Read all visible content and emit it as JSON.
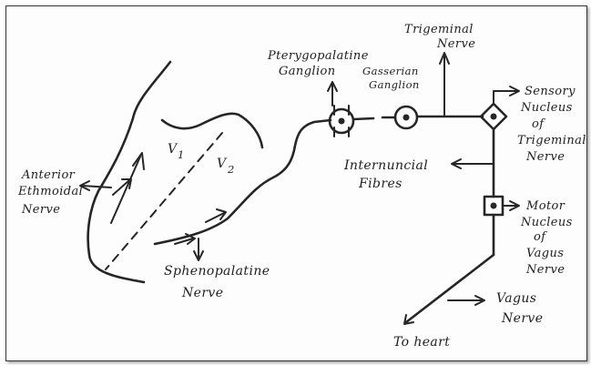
{
  "labels": {
    "trigeminal_nerve": [
      "Trigeminal",
      "Nerve"
    ],
    "pterygopalatine_ganglion": [
      "Pterygopalatine",
      "Ganglion"
    ],
    "gasserian_ganglion": [
      "Gasserian",
      "Ganglion"
    ],
    "sensory_nucleus": [
      "Sensory",
      "Nucleus",
      "of",
      "Trigeminal",
      "Nerve"
    ],
    "internuncial_fibres": [
      "Internuncial",
      "Fibres"
    ],
    "motor_nucleus": [
      "Motor",
      "Nucleus",
      "of",
      "Vagus",
      "Nerve"
    ],
    "vagus_nerve": [
      "Vagus",
      "Nerve"
    ],
    "to_heart": "To heart",
    "anterior_ethmoidal_nerve": [
      "Anterior",
      "Ethmoidal",
      "Nerve"
    ],
    "sphenopalatine_nerve": [
      "Sphenopalatine",
      "Nerve"
    ],
    "v1": "V",
    "v1_sub": "1",
    "v2": "V",
    "v2_sub": "2"
  }
}
